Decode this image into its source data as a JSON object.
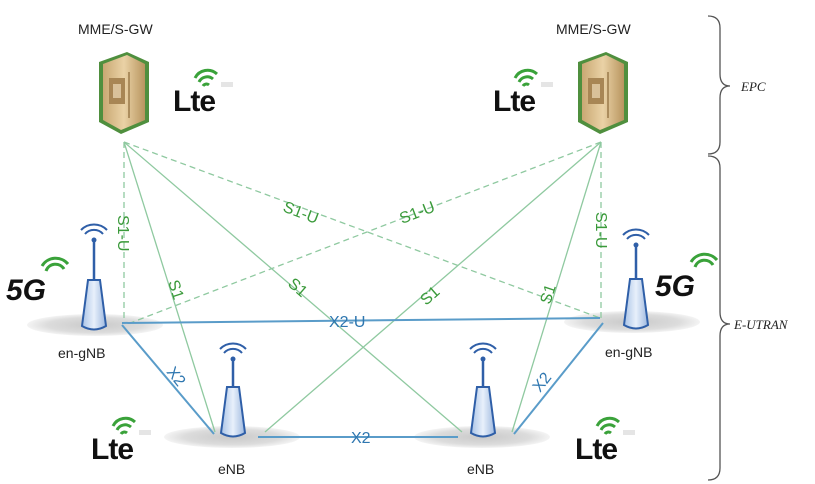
{
  "core": {
    "left_label": "MME/S-GW",
    "right_label": "MME/S-GW"
  },
  "brands": {
    "lte": "Lte",
    "fiveg": "5G"
  },
  "nodes": {
    "en_gnb_left": "en-gNB",
    "en_gnb_right": "en-gNB",
    "enb_left": "eNB",
    "enb_right": "eNB"
  },
  "links": {
    "s1u_left_vertical": "S1-U",
    "s1u_right_vertical": "S1-U",
    "s1u_left_diag": "S1-U",
    "s1u_right_diag": "S1-U",
    "s1_left": "S1",
    "s1_center_left": "S1",
    "s1_center_right": "S1",
    "s1_right": "S1",
    "x2u": "X2-U",
    "x2_bottom": "X2",
    "x2_left": "X2",
    "x2_right": "X2"
  },
  "sections": {
    "epc": "EPC",
    "eutran": "E-UTRAN"
  },
  "colors": {
    "s1": "#8fc9a0",
    "s1_label": "#3a9a3a",
    "x2": "#5a9cc9",
    "x2_label": "#2f77b0",
    "server": "#d8b98a",
    "server_border": "#4f8f3e",
    "antenna": "#2f5fa8"
  }
}
